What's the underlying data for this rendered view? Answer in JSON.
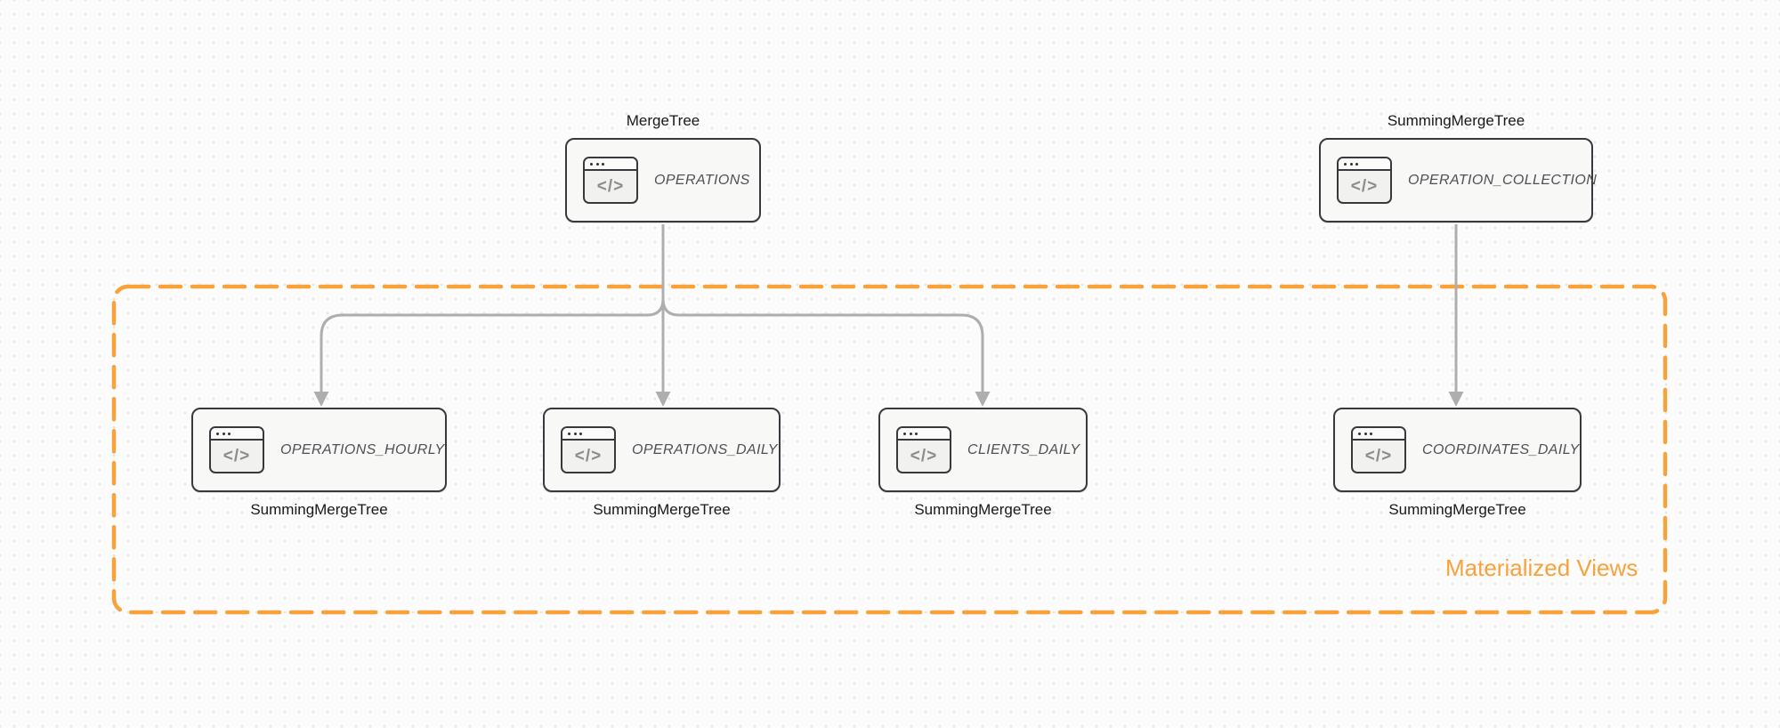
{
  "canvas": {
    "background": "#FCFCFC",
    "dot_color": "#E5E5E3"
  },
  "colors": {
    "accent_orange": "#F9A13B",
    "arrow_gray": "#AEAEAE",
    "node_border": "#37393D",
    "node_fill": "#F8F8F6",
    "node_title_text": "#4D5055",
    "engine_label_text": "#17181A"
  },
  "icon": {
    "name": "code-window-icon",
    "glyph": "</>"
  },
  "group": {
    "label": "Materialized Views"
  },
  "nodes": [
    {
      "id": "operations",
      "title": "OPERATIONS",
      "engine": "MergeTree",
      "engine_position": "above"
    },
    {
      "id": "operation_collection",
      "title": "OPERATION_COLLECTION",
      "engine": "SummingMergeTree",
      "engine_position": "above"
    },
    {
      "id": "operations_hourly",
      "title": "OPERATIONS_HOURLY",
      "engine": "SummingMergeTree",
      "engine_position": "below"
    },
    {
      "id": "operations_daily",
      "title": "OPERATIONS_DAILY",
      "engine": "SummingMergeTree",
      "engine_position": "below"
    },
    {
      "id": "clients_daily",
      "title": "CLIENTS_DAILY",
      "engine": "SummingMergeTree",
      "engine_position": "below"
    },
    {
      "id": "coordinates_daily",
      "title": "COORDINATES_DAILY",
      "engine": "SummingMergeTree",
      "engine_position": "below"
    }
  ],
  "edges": [
    {
      "from": "OPERATIONS",
      "to": "OPERATIONS_HOURLY"
    },
    {
      "from": "OPERATIONS",
      "to": "OPERATIONS_DAILY"
    },
    {
      "from": "OPERATIONS",
      "to": "CLIENTS_DAILY"
    },
    {
      "from": "OPERATION_COLLECTION",
      "to": "COORDINATES_DAILY"
    }
  ]
}
